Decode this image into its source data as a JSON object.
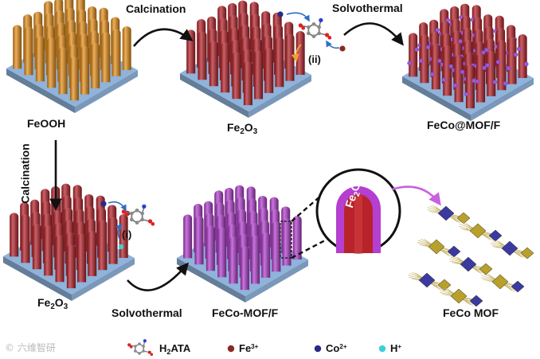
{
  "labels": {
    "feooh": "FeOOH",
    "fe2o3_top": {
      "base": "Fe",
      "sub": "2",
      "tail": "O",
      "sub2": "3"
    },
    "fecomof_f_top": "FeCo@MOF/F",
    "fe2o3_bottom": {
      "base": "Fe",
      "sub": "2",
      "tail": "O",
      "sub2": "3"
    },
    "feco_mof_f": "FeCo-MOF/F",
    "feco_mof": "FeCo MOF",
    "inset": {
      "base": "Fe",
      "sub": "2",
      "tail": "O",
      "sub2": "3"
    }
  },
  "arrows": {
    "calcination_top": "Calcination",
    "solvothermal_top": "Solvothermal",
    "calcination_left": "Calcination",
    "solvothermal_bottom": "Solvothermal",
    "step_ii": "(ii)",
    "step_i": "(i)"
  },
  "legend": {
    "h2ata": {
      "base": "H",
      "sub": "2",
      "tail": "ATA"
    },
    "fe3": {
      "base": "Fe",
      "sup": "3+"
    },
    "co2": {
      "base": "Co",
      "sup": "2+"
    },
    "h": {
      "base": "H",
      "sup": "+"
    }
  },
  "watermark": "© 六维智研",
  "colors": {
    "substrate": "#8fb3da",
    "feooh_rod": "#e8901a",
    "fe2o3_rod": "#b8232b",
    "mof_shell": "#b43fd0",
    "fe_ion": "#8b2a22",
    "co_ion": "#2a2a86",
    "h_ion": "#3ecfd6",
    "bio_arrow": "#2e6ec8",
    "orange_arrow": "#f0a030",
    "magenta_arrow": "#c860e0",
    "mof_yellow": "#b8a02a",
    "mof_blue": "#3a3aa0"
  }
}
